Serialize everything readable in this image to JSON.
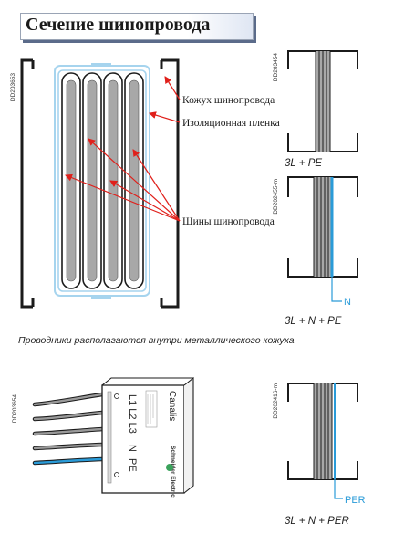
{
  "title": "Сечение шинопровода",
  "labels": {
    "housing": "Кожух шинопровода",
    "film": "Изоляционная пленка",
    "busbars": "Шины шинопровода"
  },
  "codes": {
    "c1": "DD203653",
    "c2": "DD203454",
    "c3": "DD202455-m",
    "c4": "DD203654",
    "c5": "DD202416-m"
  },
  "formulas": {
    "f1": "3L + PE",
    "f2": "3L + N + PE",
    "f3": "3L + N + PER"
  },
  "tags": {
    "n": "N",
    "per": "PER"
  },
  "caption": "Проводники располагаются внутри металлического кожуха",
  "plug": {
    "phases": "L1 L2 L3",
    "n": "N",
    "pe": "PE",
    "brand": "Canalis",
    "maker": "Schneider Electric"
  },
  "colors": {
    "arrow": "#e0201b",
    "blue": "#2a9bd8",
    "bar": "#a8a8a8",
    "film": "#a6d4ee"
  }
}
